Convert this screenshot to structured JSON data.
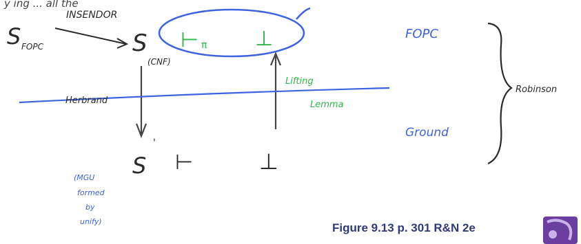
{
  "colors": {
    "ink": "#2a2a2a",
    "pen_blue": "#3f63e0",
    "pen_green": "#2fb84a",
    "caption": "#2f3a7a",
    "logo": "#6b3fa0"
  },
  "handwriting": {
    "header_partial": "y ing ... all the",
    "s_fopc": "S",
    "s_fopc_sub": "FOPC",
    "insendor": "INSENDOR",
    "s_top": "S",
    "cnf": "(CNF)",
    "ellipse_entails": "⊢",
    "ellipse_entails_sub": "π",
    "ellipse_bottom": "⊥",
    "herbrand": "Herbrand",
    "lifting": "Lifting",
    "lemma": "Lemma",
    "s_bottom": "S",
    "s_bottom_prime": "'",
    "entails_bottom": "⊢",
    "bottom_symbol_2": "⊥",
    "fopc_label": "FOPC",
    "ground_label": "Ground",
    "robinson_label": "Robinson",
    "note_line1": "(MGU",
    "note_line2": "formed",
    "note_line3": "by",
    "note_line4": "unify)"
  },
  "caption": "Figure 9.13 p. 301 R&N 2e",
  "logo_icon": "book-logo-icon"
}
